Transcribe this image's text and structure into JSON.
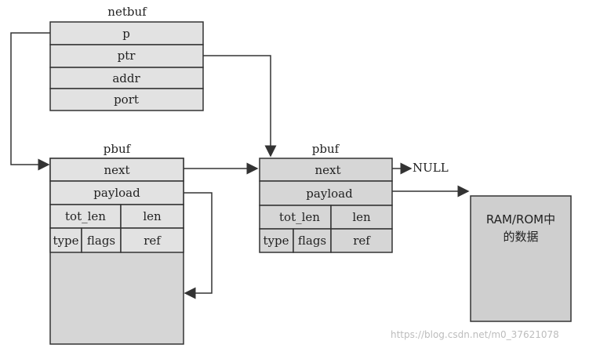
{
  "netbuf": {
    "title": "netbuf",
    "fields": [
      "p",
      "ptr",
      "addr",
      "port"
    ]
  },
  "pbuf_left": {
    "title": "pbuf",
    "next": "next",
    "payload": "payload",
    "tot_len": "tot_len",
    "len": "len",
    "type": "type",
    "flags": "flags",
    "ref": "ref"
  },
  "pbuf_right": {
    "title": "pbuf",
    "next": "next",
    "payload": "payload",
    "tot_len": "tot_len",
    "len": "len",
    "type": "type",
    "flags": "flags",
    "ref": "ref"
  },
  "null_label": "NULL",
  "ram_rom": {
    "line1": "RAM/ROM中",
    "line2": "的数据"
  },
  "watermark": "https://blog.csdn.net/m0_37621078",
  "colors": {
    "box_fill": "#e2e2e2",
    "box_fill_dark": "#d6d6d6",
    "ram_fill": "#cfcfcf",
    "line": "#333333"
  }
}
